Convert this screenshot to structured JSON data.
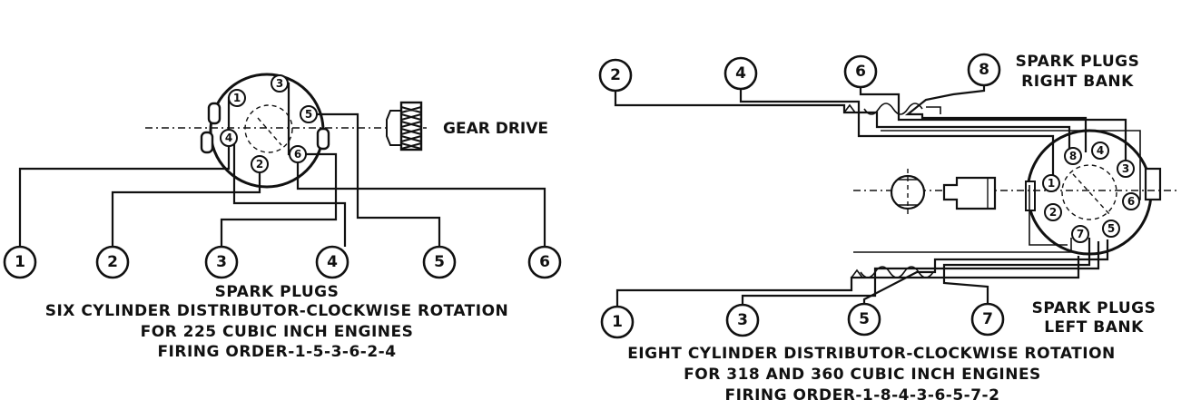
{
  "six": {
    "gear_label": "GEAR DRIVE",
    "plug_numbers": [
      "1",
      "2",
      "3",
      "4",
      "5",
      "6"
    ],
    "cap_numbers": [
      "1",
      "3",
      "4",
      "5",
      "2",
      "6"
    ],
    "caption": [
      "SPARK PLUGS",
      "SIX CYLINDER DISTRIBUTOR-CLOCKWISE ROTATION",
      "FOR 225 CUBIC INCH ENGINES",
      "FIRING ORDER-1-5-3-6-2-4"
    ]
  },
  "eight": {
    "right_bank_plugs": [
      "2",
      "4",
      "6",
      "8"
    ],
    "left_bank_plugs": [
      "1",
      "3",
      "5",
      "7"
    ],
    "right_bank_label": [
      "SPARK PLUGS",
      "RIGHT BANK"
    ],
    "left_bank_label": [
      "SPARK PLUGS",
      "LEFT BANK"
    ],
    "cap_numbers": [
      "8",
      "4",
      "3",
      "6",
      "1",
      "2",
      "7",
      "5"
    ],
    "caption": [
      "EIGHT CYLINDER DISTRIBUTOR-CLOCKWISE ROTATION",
      "FOR 318 AND 360 CUBIC INCH ENGINES",
      "FIRING ORDER-1-8-4-3-6-5-7-2"
    ]
  }
}
